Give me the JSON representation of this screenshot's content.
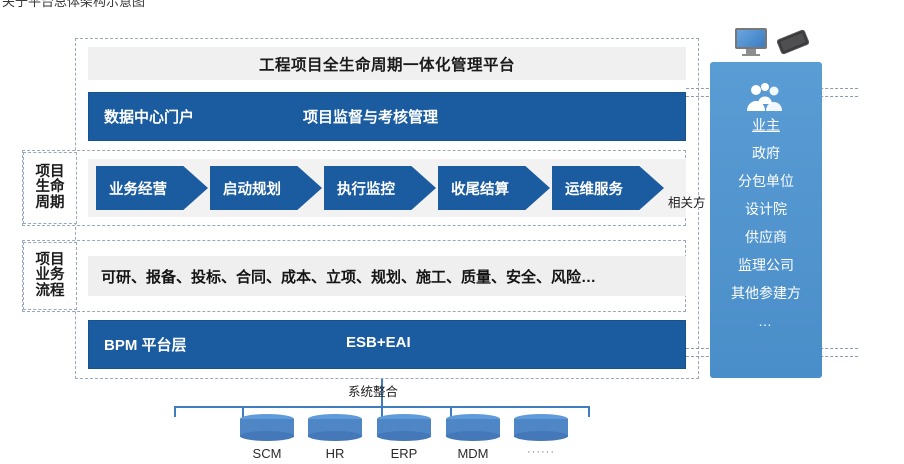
{
  "caption": "关于平台总体架构示意图",
  "platform": {
    "title": "工程项目全生命周期一体化管理平台",
    "portal_bar": {
      "left_label": "数据中心门户",
      "right_label": "项目监督与考核管理"
    },
    "lifecycle": {
      "side_label_lines": [
        "项目",
        "生命",
        "周期"
      ],
      "stages": [
        "业务经营",
        "启动规划",
        "执行监控",
        "收尾结算",
        "运维服务"
      ]
    },
    "business_process": {
      "side_label_lines": [
        "项目",
        "业务",
        "流程"
      ],
      "items_text": "可研、报备、投标、合同、成本、立项、规划、施工、质量、安全、风险…"
    },
    "bpm_bar": {
      "left_label": "BPM 平台层",
      "right_label": "ESB+EAI"
    }
  },
  "stakeholders": {
    "tag": "相关方",
    "icon": "people-group-icon",
    "devices": [
      "monitor-icon",
      "smartphone-icon"
    ],
    "list": [
      "业主",
      "政府",
      "分包单位",
      "设计院",
      "供应商",
      "监理公司",
      "其他参建方",
      "…"
    ]
  },
  "systems": {
    "label": "系统整合",
    "nodes": [
      "SCM",
      "HR",
      "ERP",
      "MDM",
      "······"
    ]
  },
  "colors": {
    "dark_blue": "#1b5ca0",
    "light_blue": "#4e95d0",
    "band_gray": "#f0f0f0",
    "dashed_border": "#9aa7bd",
    "connector_blue": "#3f7cc0"
  }
}
